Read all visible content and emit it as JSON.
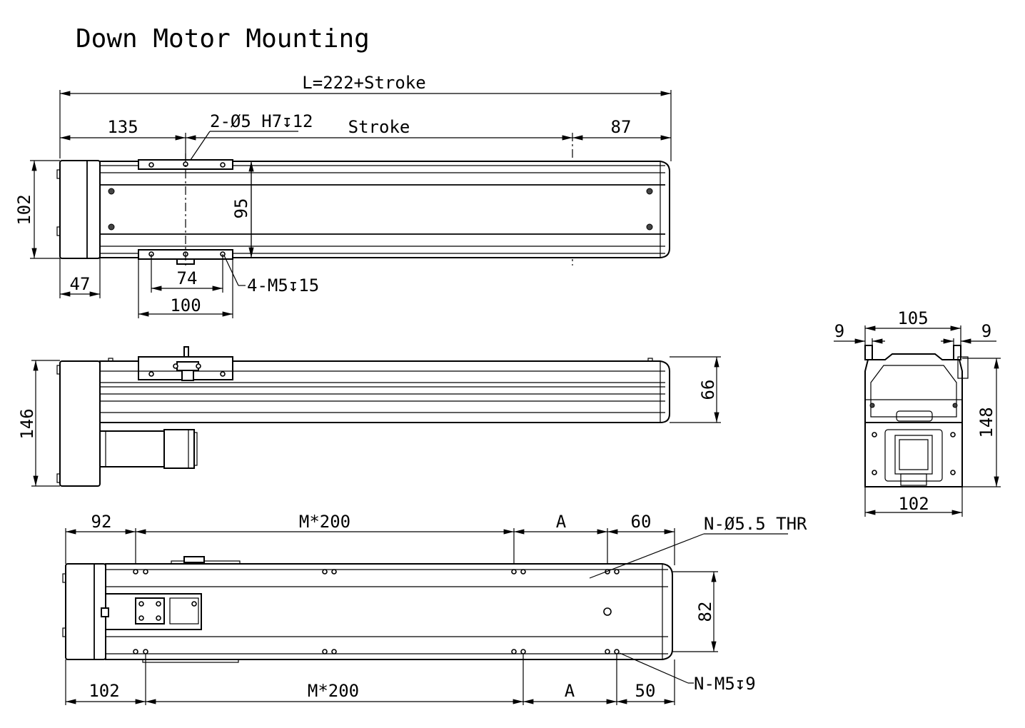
{
  "title": "Down Motor Mounting",
  "top_view": {
    "overall_length": "L=222+Stroke",
    "left_offset": "135",
    "stroke": "Stroke",
    "right_offset": "87",
    "pin_hole_callout": "2-Ø5 H7↧12",
    "height": "102",
    "rail_span": "95",
    "motor_block_width": "47",
    "hole_pitch": "74",
    "carriage_length": "100",
    "tapped_hole_callout": "4-M5↧15"
  },
  "side_view": {
    "total_height": "146",
    "body_height": "66"
  },
  "end_view": {
    "width_top": "105",
    "flange_left": "9",
    "flange_right": "9",
    "height": "148",
    "width_bottom": "102"
  },
  "bottom_view": {
    "top_left": "92",
    "top_mid": "M*200",
    "top_a": "A",
    "top_right": "60",
    "through_hole_callout": "N-Ø5.5 THR",
    "width": "82",
    "bottom_left": "102",
    "bottom_mid": "M*200",
    "bottom_a": "A",
    "bottom_right": "50",
    "tapped_hole_callout": "N-M5↧9"
  }
}
